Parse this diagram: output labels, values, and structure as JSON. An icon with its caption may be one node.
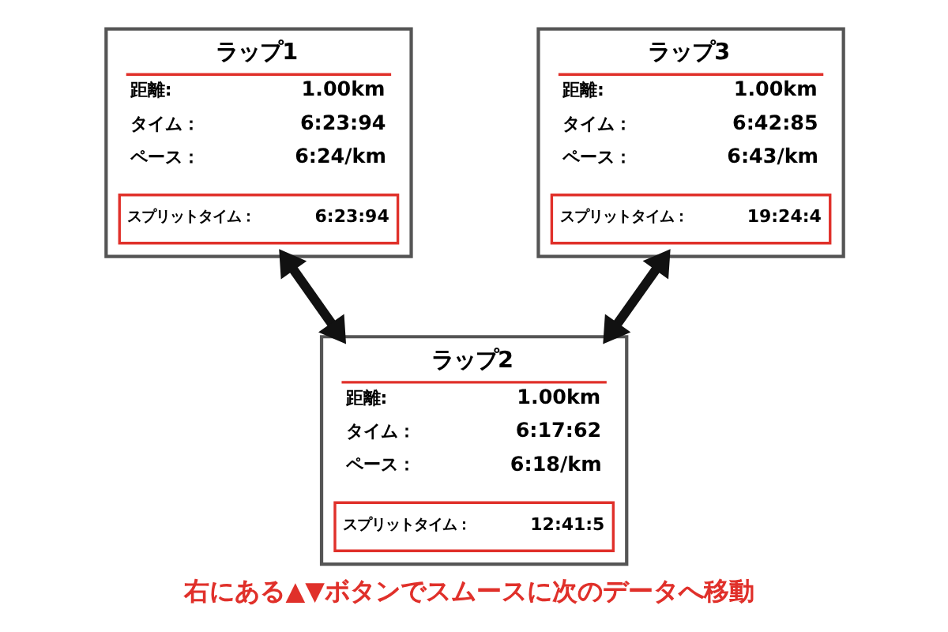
{
  "diagram": {
    "caption": "右にある▲▼ボタンでスムースに次のデータへ移動",
    "nodes": [
      {
        "text": [
          "ラップ1",
          "距離:",
          "1.00km",
          "タイム：",
          "6:23:94",
          "ペース：",
          "6:24/km"
        ]
      },
      {
        "text": [
          "スプリットタイム：",
          "6:23:94"
        ],
        "in": 0
      },
      {
        "text": [
          "ラップ3",
          "距離:",
          "1.00km",
          "タイム：",
          "6:42:85",
          "ペース：",
          "6:43/km"
        ]
      },
      {
        "text": [
          "スプリットタイム：",
          "19:24:4"
        ],
        "in": 2
      },
      {
        "text": [
          "ラップ2",
          "距離:",
          "1.00km",
          "タイム：",
          "6:17:62",
          "ペース：",
          "6:18/km"
        ]
      },
      {
        "text": [
          "スプリットタイム：",
          "12:41:5"
        ],
        "in": 4
      }
    ],
    "edges": [
      {
        "from": 0,
        "to": 4,
        "arrow": "both"
      },
      {
        "from": 2,
        "to": 4,
        "arrow": "both"
      }
    ]
  }
}
